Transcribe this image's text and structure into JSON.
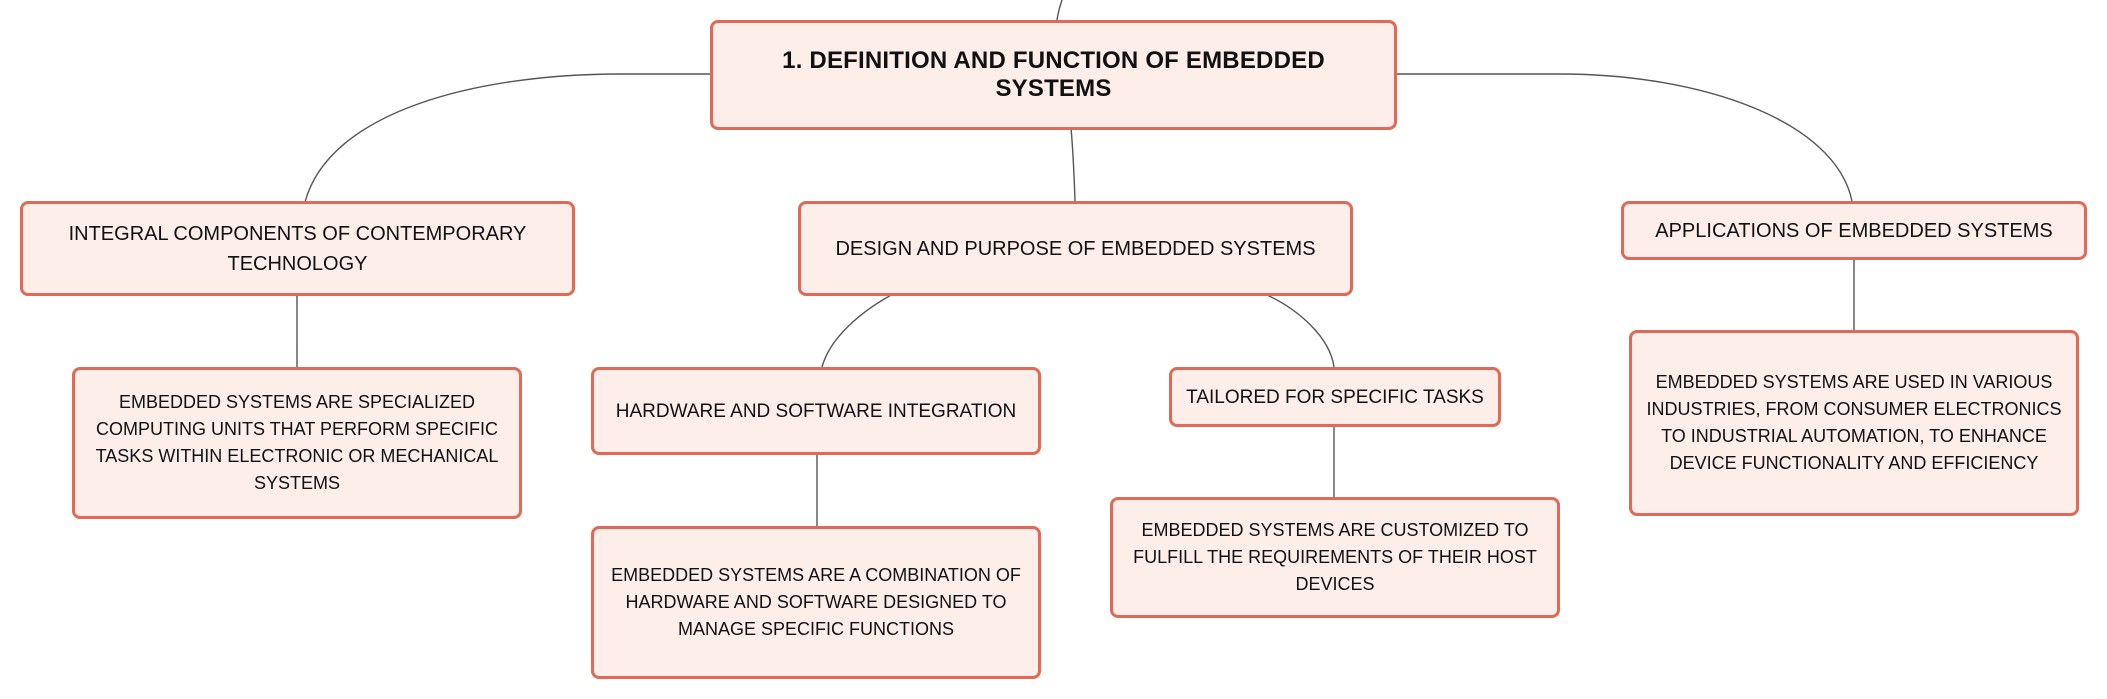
{
  "diagram": {
    "type": "mind-map",
    "colors": {
      "node_fill": "#fdeeea",
      "node_border": "#e06a57",
      "connector": "#555555",
      "text": "#111111"
    },
    "root": {
      "label": "1. DEFINITION AND FUNCTION OF EMBEDDED SYSTEMS"
    },
    "branches": [
      {
        "label": "INTEGRAL COMPONENTS OF CONTEMPORARY TECHNOLOGY",
        "children": [
          {
            "label": "EMBEDDED SYSTEMS ARE SPECIALIZED COMPUTING UNITS THAT PERFORM SPECIFIC TASKS WITHIN ELECTRONIC OR MECHANICAL SYSTEMS"
          }
        ]
      },
      {
        "label": "DESIGN AND PURPOSE OF EMBEDDED SYSTEMS",
        "children": [
          {
            "label": "HARDWARE AND SOFTWARE INTEGRATION",
            "children": [
              {
                "label": "EMBEDDED SYSTEMS ARE A COMBINATION OF HARDWARE AND SOFTWARE DESIGNED TO MANAGE SPECIFIC FUNCTIONS"
              }
            ]
          },
          {
            "label": "TAILORED FOR SPECIFIC TASKS",
            "children": [
              {
                "label": "EMBEDDED SYSTEMS ARE CUSTOMIZED TO FULFILL THE REQUIREMENTS OF THEIR HOST DEVICES"
              }
            ]
          }
        ]
      },
      {
        "label": "APPLICATIONS OF EMBEDDED SYSTEMS",
        "children": [
          {
            "label": "EMBEDDED SYSTEMS ARE USED IN VARIOUS INDUSTRIES, FROM CONSUMER ELECTRONICS TO INDUSTRIAL AUTOMATION, TO ENHANCE DEVICE FUNCTIONALITY AND EFFICIENCY"
          }
        ]
      }
    ]
  }
}
